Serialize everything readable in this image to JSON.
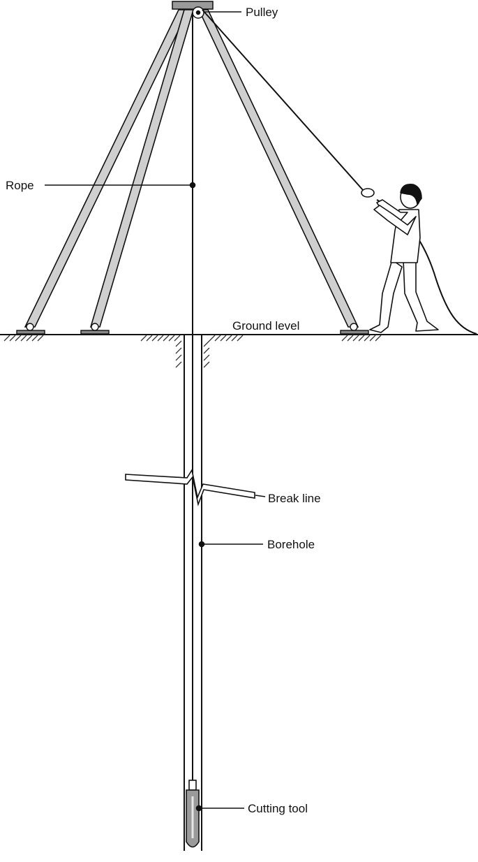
{
  "labels": {
    "pulley": "Pulley",
    "rope": "Rope",
    "ground_level": "Ground level",
    "break_line": "Break line",
    "borehole": "Borehole",
    "cutting_tool": "Cutting tool"
  },
  "colors": {
    "line": "#111111",
    "leg_fill": "#cfcfcf",
    "hatch": "#333333",
    "background": "#ffffff"
  }
}
